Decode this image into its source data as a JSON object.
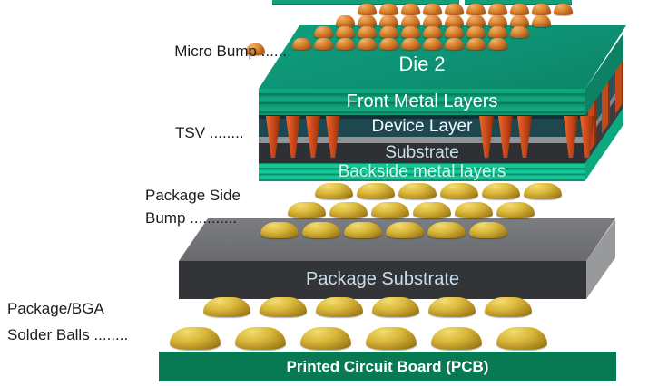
{
  "diagram_type": "3D IC package cross-section",
  "annotations": {
    "micro_bump": "Micro Bump ......",
    "tsv": "TSV ........",
    "package_side_bump": [
      "Package Side",
      "Bump ..........."
    ],
    "bga_solder_balls": [
      "Package/BGA",
      "Solder Balls ........"
    ]
  },
  "layers": {
    "die2": "Die 2",
    "front_metal_layers": "Front Metal Layers",
    "device_layer": "Device Layer",
    "substrate": "Substrate",
    "backside_metal_layers": "Backside metal layers",
    "package_substrate": "Package Substrate",
    "pcb": "Printed Circuit Board (PCB)"
  },
  "bumps": {
    "micro_bump_rows": 4,
    "micro_bumps_per_row": 10,
    "package_side_bump_rows": 3,
    "package_side_bumps_per_row": 6,
    "bga_ball_rows": 2,
    "bga_balls_per_row": 6,
    "tsv_front_count": 9
  },
  "colors": {
    "die_green": "#0E9173",
    "backside_green": "#10BD92",
    "device_teal": "#1F4750",
    "substrate_dark": "#2E3033",
    "tsv_orange": "#D04A1C",
    "micro_bump_bronze": "#DB8430",
    "solder_gold": "#D2A92B",
    "package_gray": "#6E7072",
    "pcb_green": "#087A53"
  }
}
